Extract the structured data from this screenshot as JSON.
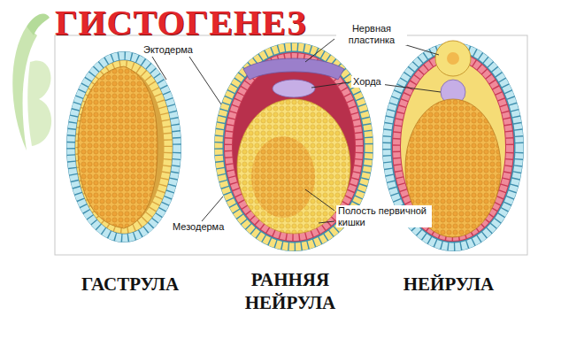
{
  "diagram": {
    "title": "ГИСТОГЕНЕЗ",
    "labels": [
      "Эктодерма",
      "Нервная пластинка",
      "Хорда",
      "Мезодерма",
      "Полость первичной кишки",
      "ГАСТРУЛА",
      "РАННЯЯ НЕЙРУЛА",
      "НЕЙРУЛА"
    ]
  }
}
